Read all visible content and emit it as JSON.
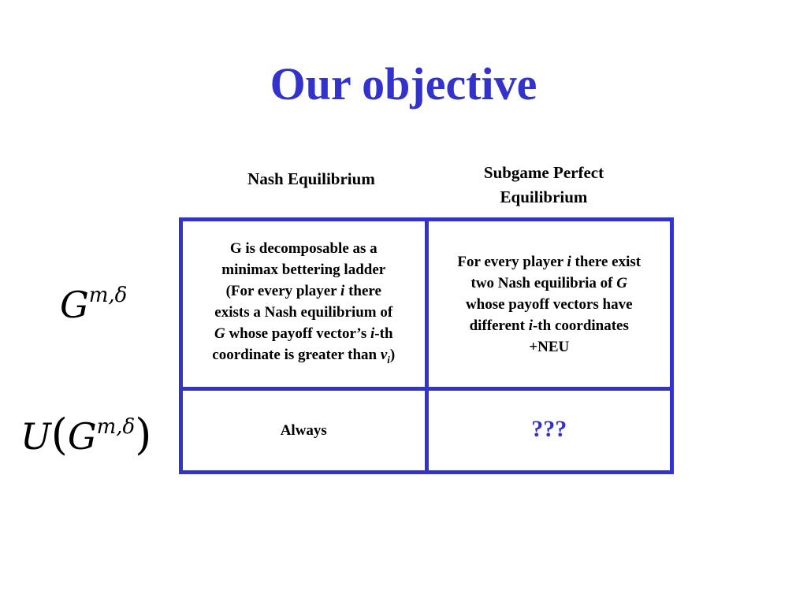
{
  "slide": {
    "title": "Our objective",
    "columns": {
      "nash": "Nash Equilibrium",
      "spe_line1": "Subgame Perfect",
      "spe_line2": "Equilibrium"
    },
    "rows": {
      "r1": {
        "base": "G",
        "sup": "m,δ"
      },
      "r2": {
        "func": "U",
        "base": "G",
        "sup": "m,δ"
      }
    },
    "cells": {
      "r1c1": {
        "l1": "G is decomposable as a",
        "l2": "minimax bettering ladder",
        "l3a": "(For every player ",
        "l3i": "i",
        "l3b": " there",
        "l4": "exists a Nash equilibrium of",
        "l5i": "G",
        "l5a": " whose payoff vector’s ",
        "l5i2": "i",
        "l5b": "-th",
        "l6a": "coordinate is greater than ",
        "l6v": "v",
        "l6sub": "i",
        "l6b": ")"
      },
      "r1c2": {
        "l1a": "For every player ",
        "l1i": "i",
        "l1b": " there exist",
        "l2a": "two Nash equilibria of ",
        "l2i": "G",
        "l3": "whose payoff vectors have",
        "l4a": "different ",
        "l4i": "i",
        "l4b": "-th coordinates",
        "l5": "+NEU"
      },
      "r2c1": "Always",
      "r2c2": "???"
    }
  }
}
